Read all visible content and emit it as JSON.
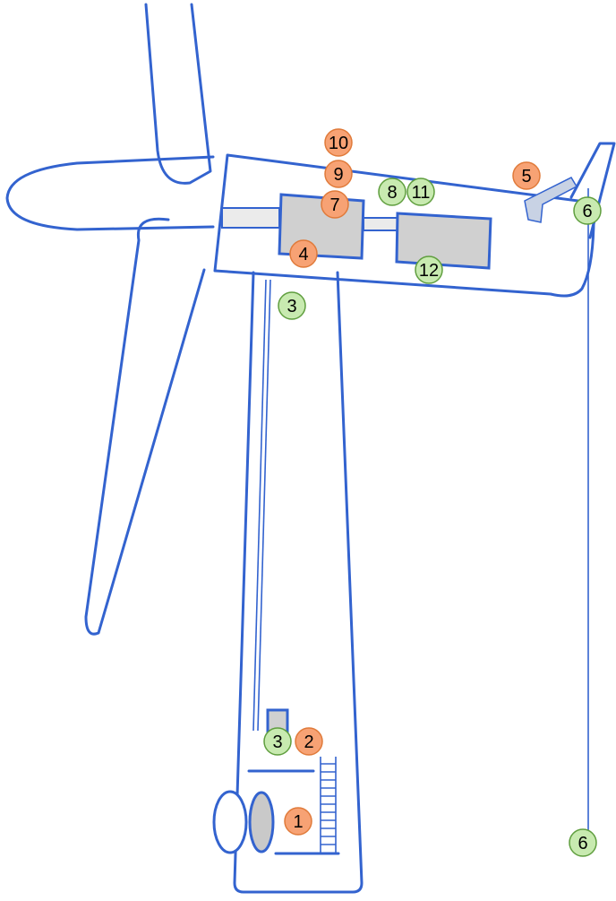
{
  "colors": {
    "outline": "#3363cf",
    "component_fill": "#d0d0d0",
    "shaft_fill": "#ebebeb",
    "orange_badge": "#f7a274",
    "orange_badge_stroke": "#e07a3a",
    "green_badge": "#c8eab0",
    "green_badge_stroke": "#5f9e3e"
  },
  "badges": [
    {
      "label": "10",
      "color": "orange"
    },
    {
      "label": "9",
      "color": "orange"
    },
    {
      "label": "7",
      "color": "orange"
    },
    {
      "label": "4",
      "color": "orange"
    },
    {
      "label": "8",
      "color": "green"
    },
    {
      "label": "11",
      "color": "green"
    },
    {
      "label": "12",
      "color": "green"
    },
    {
      "label": "5",
      "color": "orange"
    },
    {
      "label": "6",
      "color": "green"
    },
    {
      "label": "3",
      "color": "green"
    },
    {
      "label": "3",
      "color": "green"
    },
    {
      "label": "2",
      "color": "orange"
    },
    {
      "label": "1",
      "color": "orange"
    },
    {
      "label": "6",
      "color": "green"
    }
  ]
}
